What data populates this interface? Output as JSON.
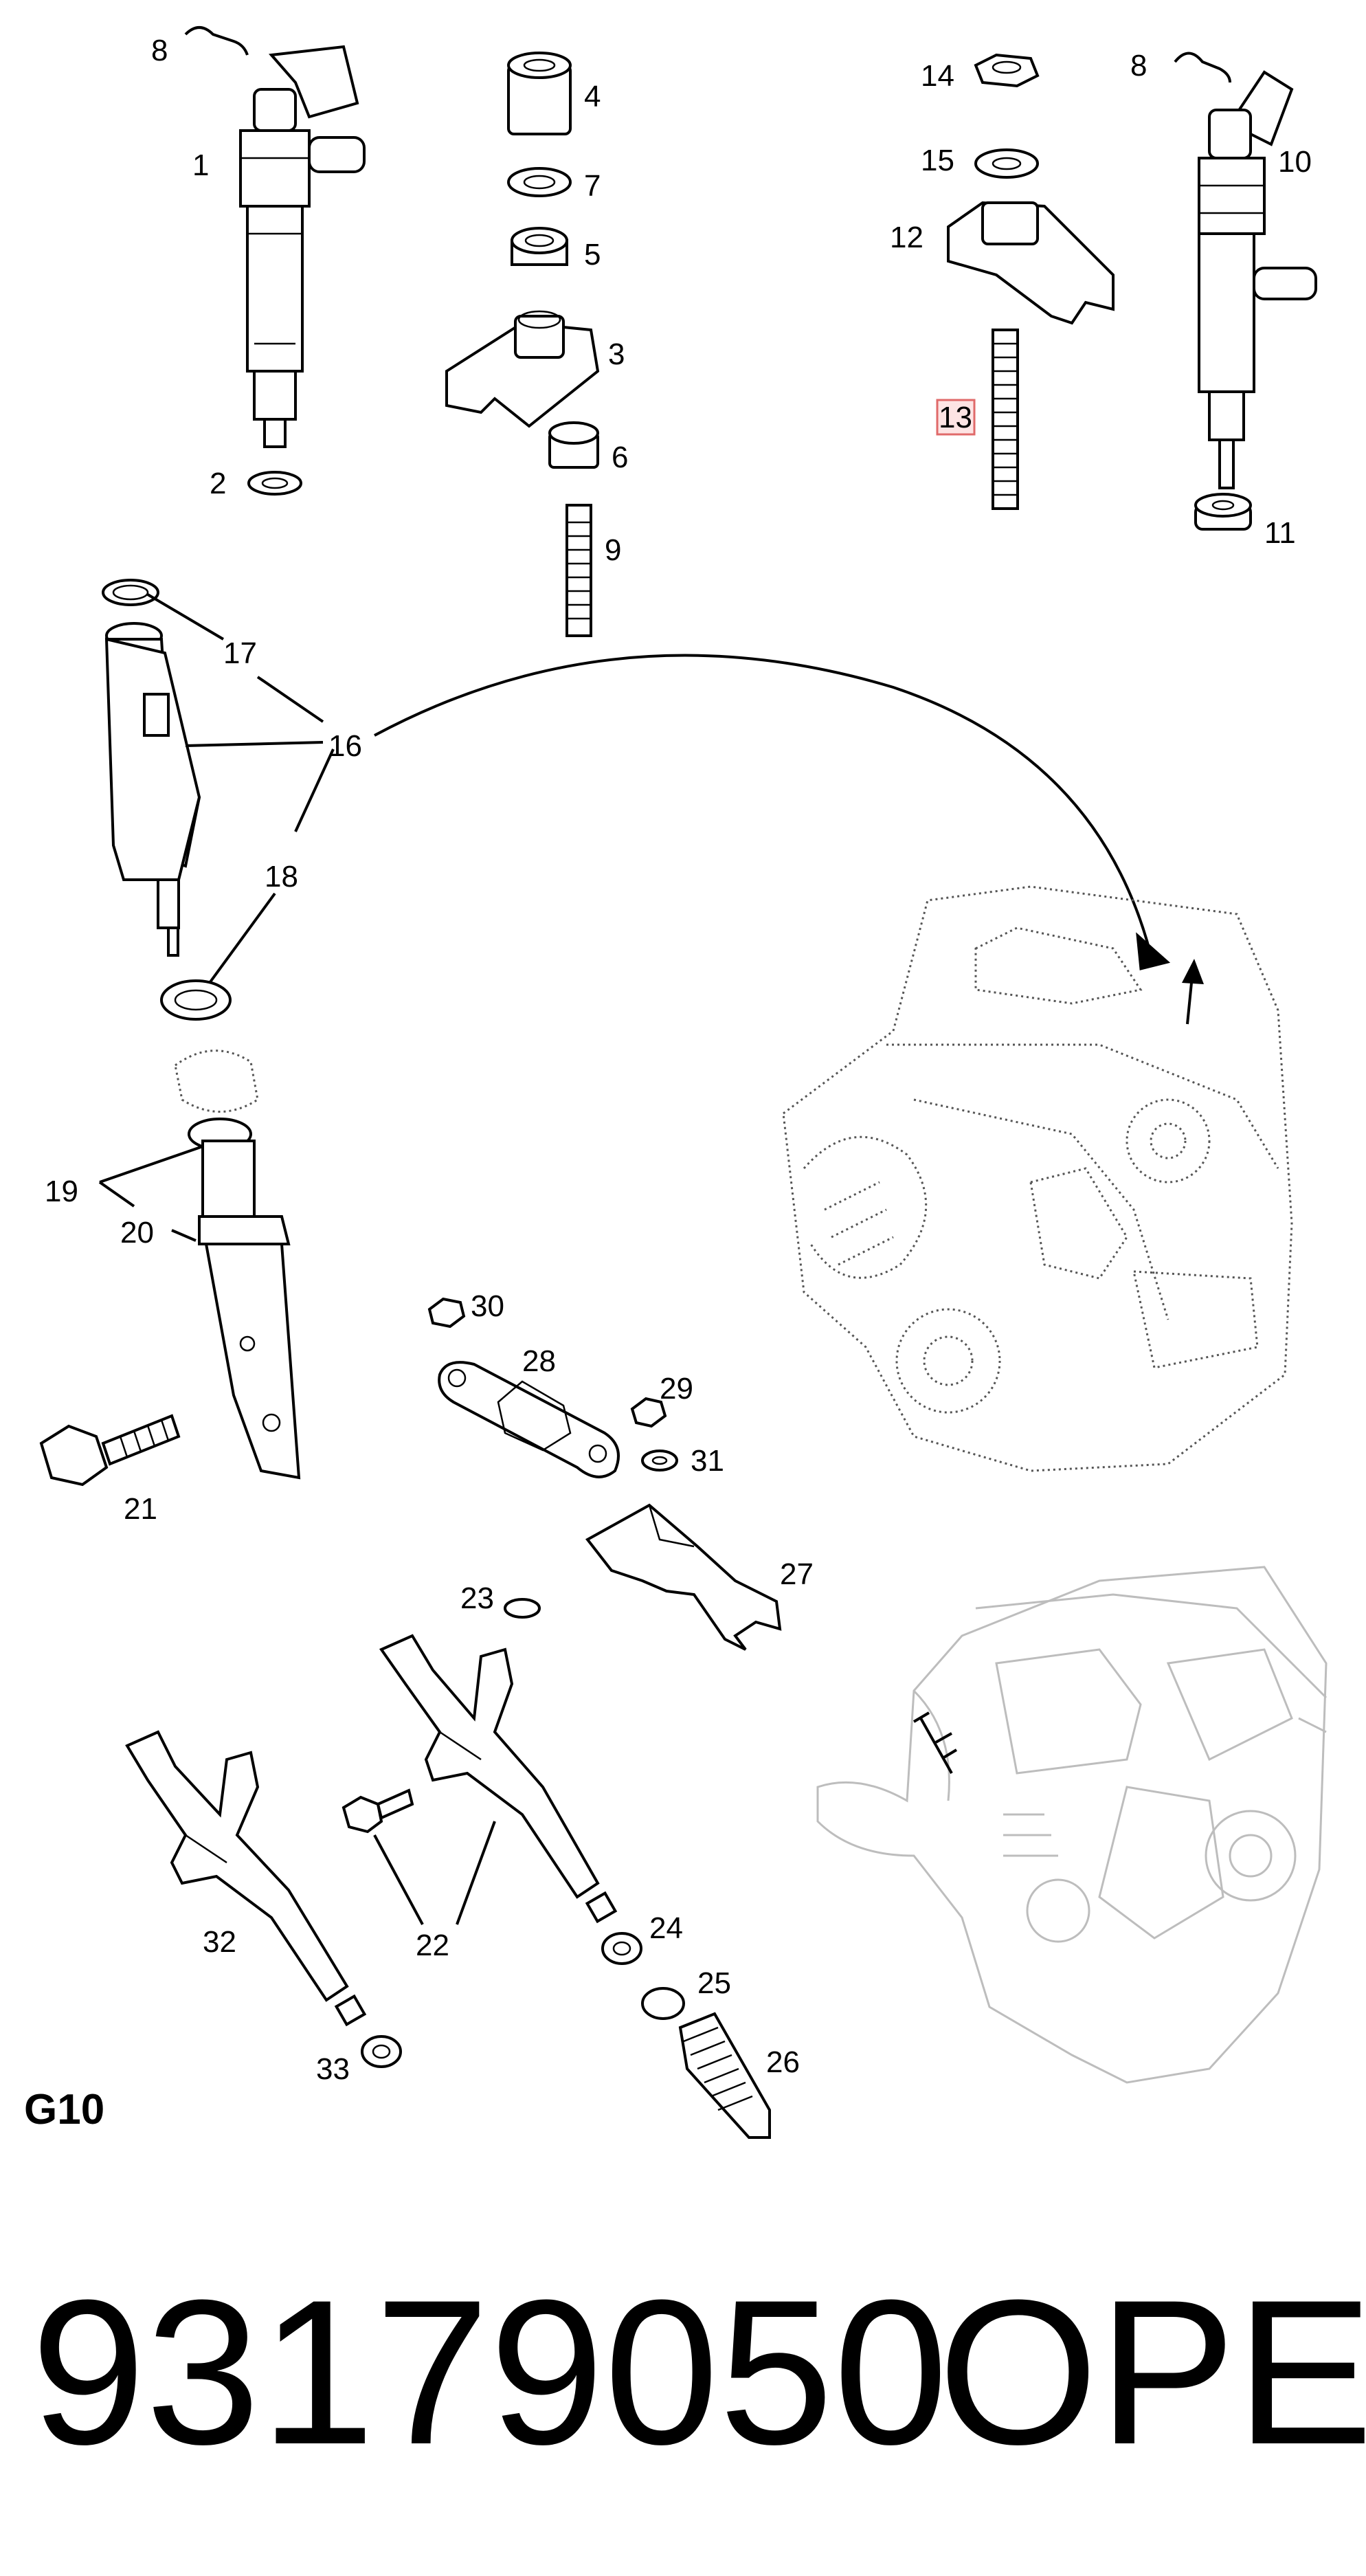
{
  "callouts": {
    "c1": "1",
    "c2": "2",
    "c3": "3",
    "c4": "4",
    "c5": "5",
    "c6": "6",
    "c7": "7",
    "c8a": "8",
    "c8b": "8",
    "c9": "9",
    "c10": "10",
    "c11": "11",
    "c12": "12",
    "c13": "13",
    "c14": "14",
    "c15": "15",
    "c16": "16",
    "c17": "17",
    "c18": "18",
    "c19": "19",
    "c20": "20",
    "c21": "21",
    "c22": "22",
    "c23": "23",
    "c24": "24",
    "c25": "25",
    "c26": "26",
    "c27": "27",
    "c28": "28",
    "c29": "29",
    "c30": "30",
    "c31": "31",
    "c32": "32",
    "c33": "33"
  },
  "highlighted_callout": "13",
  "highlight_color": "#e06a6a",
  "section_label": "G10",
  "part_number": "93179050",
  "brand": "OPEL"
}
